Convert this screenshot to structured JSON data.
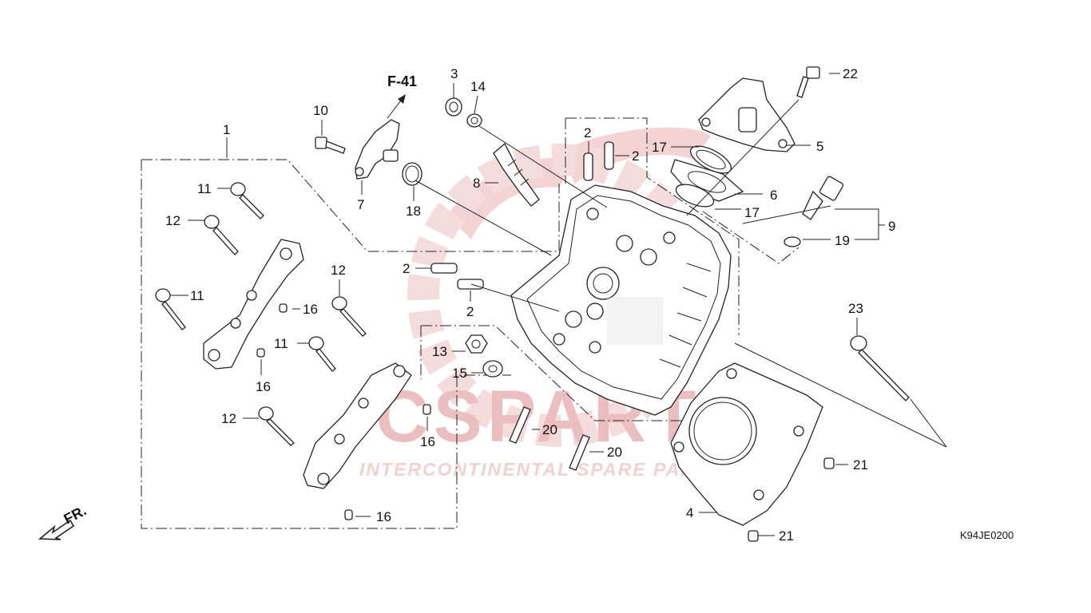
{
  "diagram_code": "K94JE0200",
  "ref": "F-41",
  "front_label": "FR.",
  "watermark": {
    "brand": "CSPARTS",
    "tagline": "INTERCONTINENTAL SPARE PARTS"
  },
  "callouts": {
    "c1": "1",
    "c2a": "2",
    "c2b": "2",
    "c2c": "2",
    "c2d": "2",
    "c3": "3",
    "c4": "4",
    "c5": "5",
    "c6": "6",
    "c7": "7",
    "c8": "8",
    "c9": "9",
    "c10": "10",
    "c11a": "11",
    "c11b": "11",
    "c11c": "11",
    "c12a": "12",
    "c12b": "12",
    "c12c": "12",
    "c13": "13",
    "c14": "14",
    "c15": "15",
    "c16a": "16",
    "c16b": "16",
    "c16c": "16",
    "c16d": "16",
    "c17a": "17",
    "c17b": "17",
    "c18": "18",
    "c19": "19",
    "c20a": "20",
    "c20b": "20",
    "c21a": "21",
    "c21b": "21",
    "c22": "22",
    "c23": "23"
  }
}
